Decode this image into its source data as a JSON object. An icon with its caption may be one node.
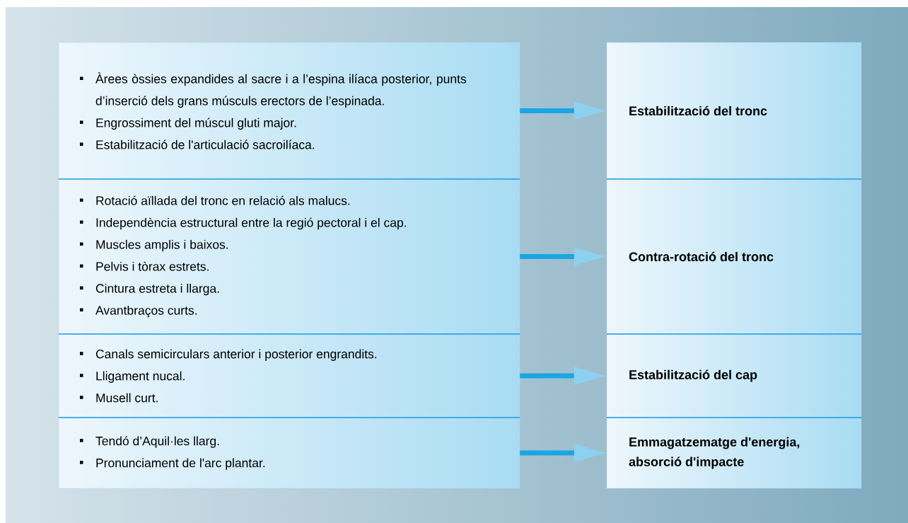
{
  "diagram": {
    "nodes": [
      {
        "text": [
          "Àrees òssies expandides al sacre i a l’espina ilíaca posterior, punts d’inserció dels grans músculs erectors de l’espinada.",
          "Engrossiment del múscul gluti major.",
          "Estabilització de l'articulació sacroilíaca."
        ]
      },
      {
        "text": [
          "Estabilització del tronc"
        ]
      },
      {
        "text": [
          "Rotació aïllada del tronc en relació als malucs.",
          "Independència estructural entre la regió pectoral i el cap.",
          "Muscles amplis i baixos.",
          "Pelvis i tòrax estrets.",
          "Cintura estreta i llarga.",
          "Avantbraços curts."
        ]
      },
      {
        "text": [
          "Contra-rotació del tronc"
        ]
      },
      {
        "text": [
          "Canals semicirculars anterior i posterior engrandits.",
          "Lligament nucal.",
          "Musell curt."
        ]
      },
      {
        "text": [
          "Estabilització del cap"
        ]
      },
      {
        "text": [
          "Tendó d’Aquil·les llarg.",
          "Pronunciament de l'arc plantar."
        ]
      },
      {
        "text": [
          "Emmagatzematge d'energia, absorció d'impacte"
        ]
      }
    ],
    "edges": [
      {
        "from": 0,
        "to": 1,
        "arrow": "to"
      },
      {
        "from": 2,
        "to": 3,
        "arrow": "to"
      },
      {
        "from": 4,
        "to": 5,
        "arrow": "to"
      },
      {
        "from": 6,
        "to": 7,
        "arrow": "to"
      }
    ]
  }
}
